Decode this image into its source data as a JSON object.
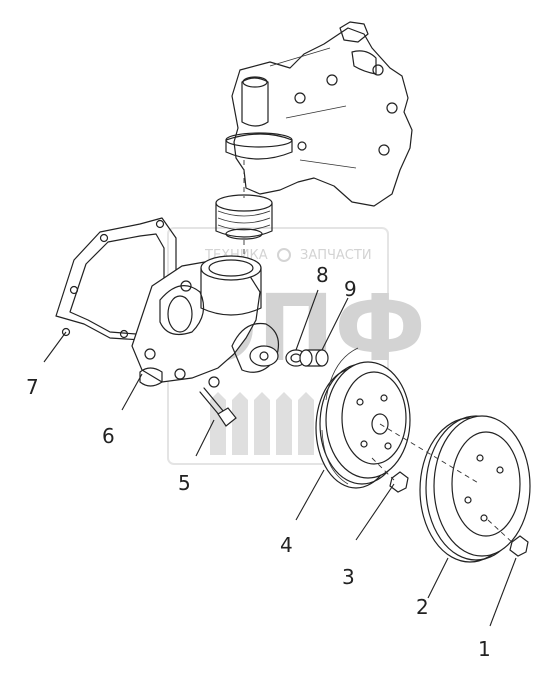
{
  "callouts": [
    {
      "id": "1",
      "label": "1"
    },
    {
      "id": "2",
      "label": "2"
    },
    {
      "id": "3",
      "label": "3"
    },
    {
      "id": "4",
      "label": "4"
    },
    {
      "id": "5",
      "label": "5"
    },
    {
      "id": "6",
      "label": "6"
    },
    {
      "id": "7",
      "label": "7"
    },
    {
      "id": "8",
      "label": "8"
    },
    {
      "id": "9",
      "label": "9"
    }
  ],
  "watermark": {
    "left_text": "ТЕХНИКА",
    "right_text": "ЗАПЧАСТИ",
    "logo_text": "ЭПФ"
  },
  "colors": {
    "line": "#222222",
    "watermark": "#d0d0d0",
    "background": "#ffffff"
  }
}
